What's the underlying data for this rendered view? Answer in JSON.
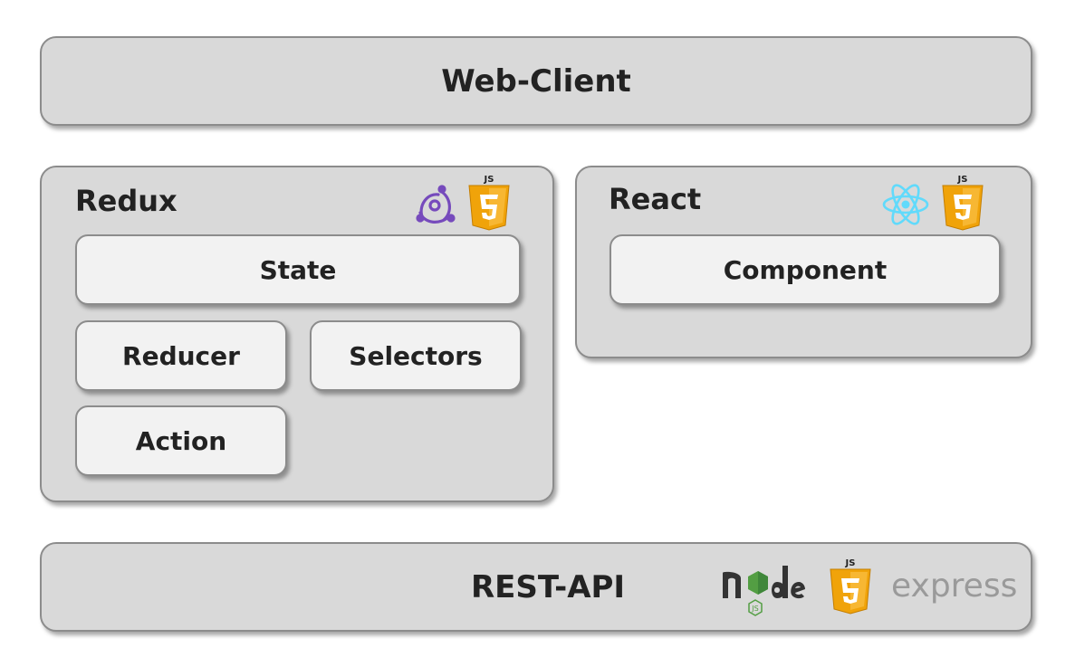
{
  "web_client": {
    "title": "Web-Client"
  },
  "redux": {
    "title": "Redux",
    "boxes": {
      "state": "State",
      "reducer": "Reducer",
      "selectors": "Selectors",
      "action": "Action"
    }
  },
  "react": {
    "title": "React",
    "boxes": {
      "component": "Component"
    }
  },
  "rest_api": {
    "title": "REST-API",
    "express_label": "express"
  },
  "icons": {
    "redux": "redux-logo-icon",
    "react": "react-logo-icon",
    "js": "js-shield-icon",
    "node": "nodejs-logo-icon"
  },
  "colors": {
    "panel": "#d9d9d9",
    "box": "#f2f2f2",
    "redux_purple": "#764abc",
    "react_cyan": "#61dafb",
    "js_orange": "#f0a30a",
    "node_green": "#539e43"
  }
}
